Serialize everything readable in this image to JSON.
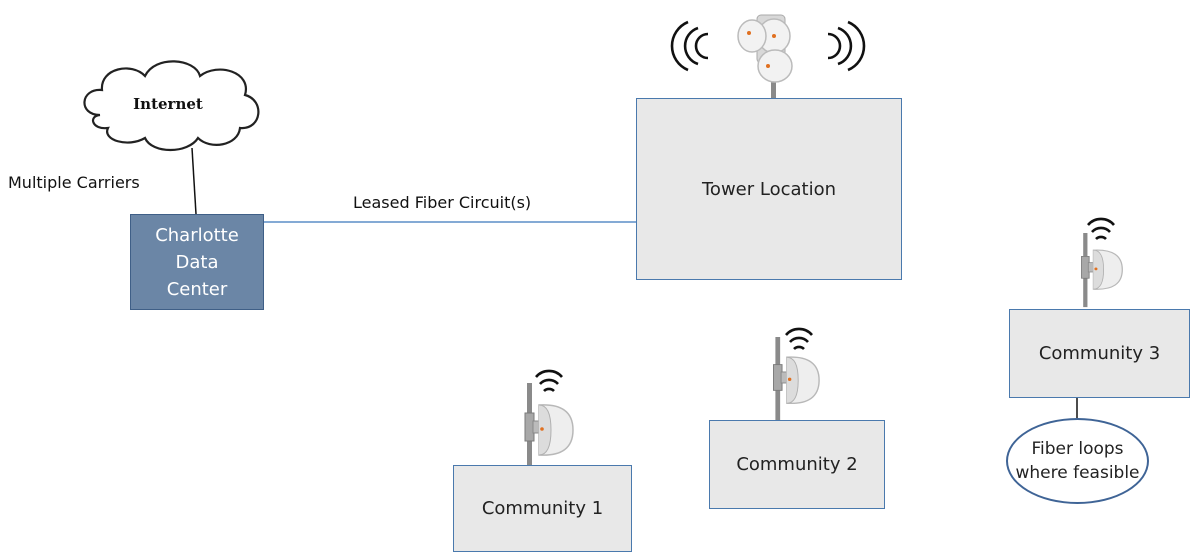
{
  "diagram": {
    "internet_label": "Internet",
    "carriers_label": "Multiple Carriers",
    "data_center_label": "Charlotte\nData\nCenter",
    "fiber_circuit_label": "Leased Fiber Circuit(s)",
    "tower_label": "Tower Location",
    "community_1_label": "Community 1",
    "community_2_label": "Community 2",
    "community_3_label": "Community 3",
    "fiber_loops_label": "Fiber loops\nwhere feasible"
  },
  "colors": {
    "data_center_fill": "#6b86a6",
    "box_fill": "#e8e8e8",
    "box_border": "#4a79ad",
    "oval_border": "#3f6496",
    "connector": "#5b8ec7"
  },
  "icons": [
    "cloud-icon",
    "wifi-signal-icon",
    "dish-antenna-icon",
    "tower-antenna-cluster-icon",
    "radio-wave-icon"
  ]
}
